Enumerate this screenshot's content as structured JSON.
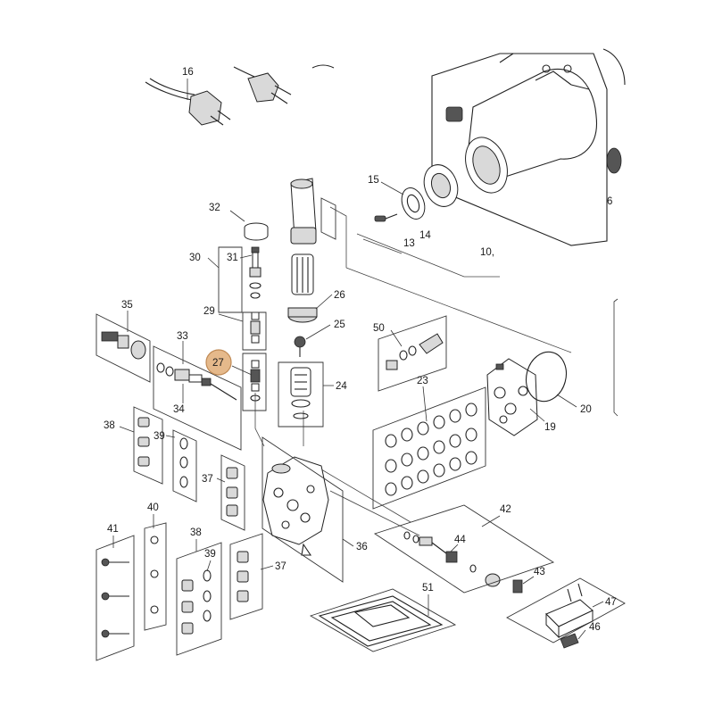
{
  "labels": [
    {
      "name": "16",
      "text": "16",
      "highlight": false
    },
    {
      "name": "6",
      "text": "6",
      "highlight": false
    },
    {
      "name": "15",
      "text": "15",
      "highlight": false
    },
    {
      "name": "13",
      "text": "13",
      "highlight": false
    },
    {
      "name": "14",
      "text": "14",
      "highlight": false
    },
    {
      "name": "10",
      "text": "10,",
      "highlight": false
    },
    {
      "name": "32",
      "text": "32",
      "highlight": false
    },
    {
      "name": "30",
      "text": "30",
      "highlight": false
    },
    {
      "name": "31",
      "text": "31",
      "highlight": false
    },
    {
      "name": "26",
      "text": "26",
      "highlight": false
    },
    {
      "name": "35",
      "text": "35",
      "highlight": false
    },
    {
      "name": "29",
      "text": "29",
      "highlight": false
    },
    {
      "name": "25",
      "text": "25",
      "highlight": false
    },
    {
      "name": "50",
      "text": "50",
      "highlight": false
    },
    {
      "name": "33",
      "text": "33",
      "highlight": false
    },
    {
      "name": "27",
      "text": "27",
      "highlight": true
    },
    {
      "name": "24",
      "text": "24",
      "highlight": false
    },
    {
      "name": "34",
      "text": "34",
      "highlight": false
    },
    {
      "name": "23",
      "text": "23",
      "highlight": false
    },
    {
      "name": "20",
      "text": "20",
      "highlight": false
    },
    {
      "name": "19",
      "text": "19",
      "highlight": false
    },
    {
      "name": "38a",
      "text": "38",
      "highlight": false
    },
    {
      "name": "39a",
      "text": "39",
      "highlight": false
    },
    {
      "name": "37a",
      "text": "37",
      "highlight": false
    },
    {
      "name": "42",
      "text": "42",
      "highlight": false
    },
    {
      "name": "41",
      "text": "41",
      "highlight": false
    },
    {
      "name": "40",
      "text": "40",
      "highlight": false
    },
    {
      "name": "38b",
      "text": "38",
      "highlight": false
    },
    {
      "name": "39b",
      "text": "39",
      "highlight": false
    },
    {
      "name": "44",
      "text": "44",
      "highlight": false
    },
    {
      "name": "36",
      "text": "36",
      "highlight": false
    },
    {
      "name": "37b",
      "text": "37",
      "highlight": false
    },
    {
      "name": "43",
      "text": "43",
      "highlight": false
    },
    {
      "name": "51",
      "text": "51",
      "highlight": false
    },
    {
      "name": "47",
      "text": "47",
      "highlight": false
    },
    {
      "name": "46",
      "text": "46",
      "highlight": false
    }
  ],
  "colors": {
    "highlight_fill": "#e5b98b",
    "line": "#222222",
    "background": "#ffffff"
  }
}
